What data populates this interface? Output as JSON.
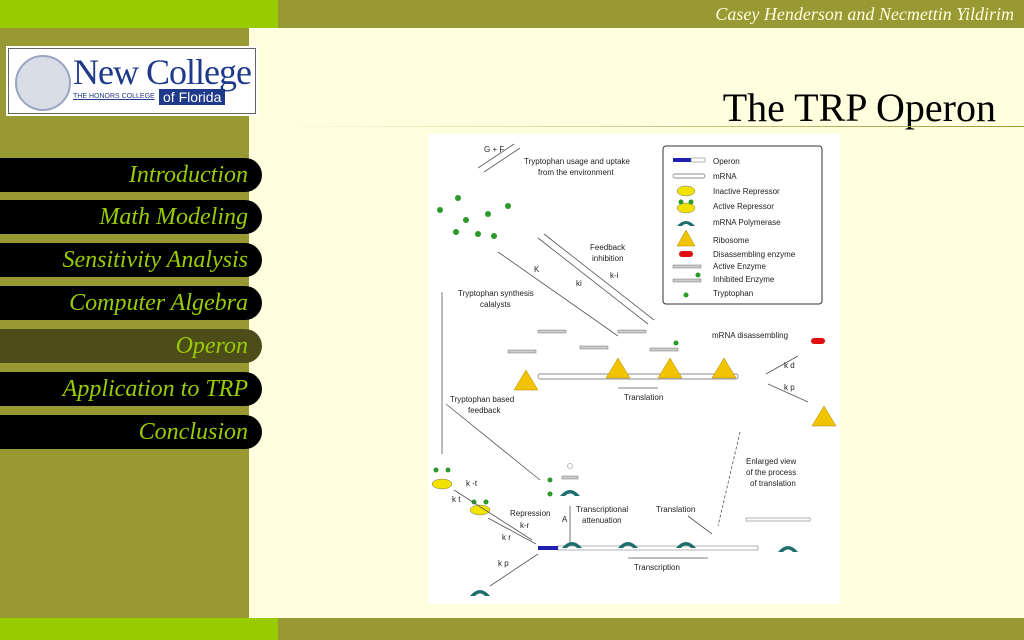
{
  "header": {
    "authors": "Casey Henderson and Necmettin Yildirim"
  },
  "logo": {
    "name": "New College",
    "subtitle": "THE HONORS COLLEGE",
    "of": "of Florida"
  },
  "nav": {
    "items": [
      {
        "label": "Introduction"
      },
      {
        "label": "Math Modeling"
      },
      {
        "label": "Sensitivity Analysis"
      },
      {
        "label": "Computer Algebra"
      },
      {
        "label": "Operon"
      },
      {
        "label": "Application to TRP"
      },
      {
        "label": "Conclusion"
      }
    ]
  },
  "slide": {
    "title": "The TRP Operon"
  },
  "diagram": {
    "gf": "G + F",
    "usage1": "Tryptophan usage and uptake",
    "usage2": "from the environment",
    "feedback1": "Feedback",
    "feedback2": "inhibition",
    "k": "K",
    "ki": "ki",
    "kmi": "k-i",
    "synth1": "Tryptophan synthesis",
    "synth2": "calalysts",
    "tbf1": "Tryptophan based",
    "tbf2": "feedback",
    "mrna_dis": "mRNA disassembling",
    "kd": "k d",
    "kp": "k p",
    "translation": "Translation",
    "enlarged1": "Enlarged view",
    "enlarged2": "of the process",
    "enlarged3": "of translation",
    "repression": "Repression",
    "ta1": "Transcriptional",
    "ta2": "attenuation",
    "translation2": "Translation",
    "transcription": "Transcription",
    "a": "A",
    "kr": "k r",
    "kmr": "k-r",
    "kt": "k t",
    "kmt": "k -t",
    "kp2": "k p",
    "legend": [
      "Operon",
      "mRNA",
      "Inactive Repressor",
      "Active Repressor",
      "mRNA Polymerase",
      "Ribosome",
      "Disassembling enzyme",
      "Active Enzyme",
      "Inhibited Enzyme",
      "Tryptophan"
    ]
  }
}
